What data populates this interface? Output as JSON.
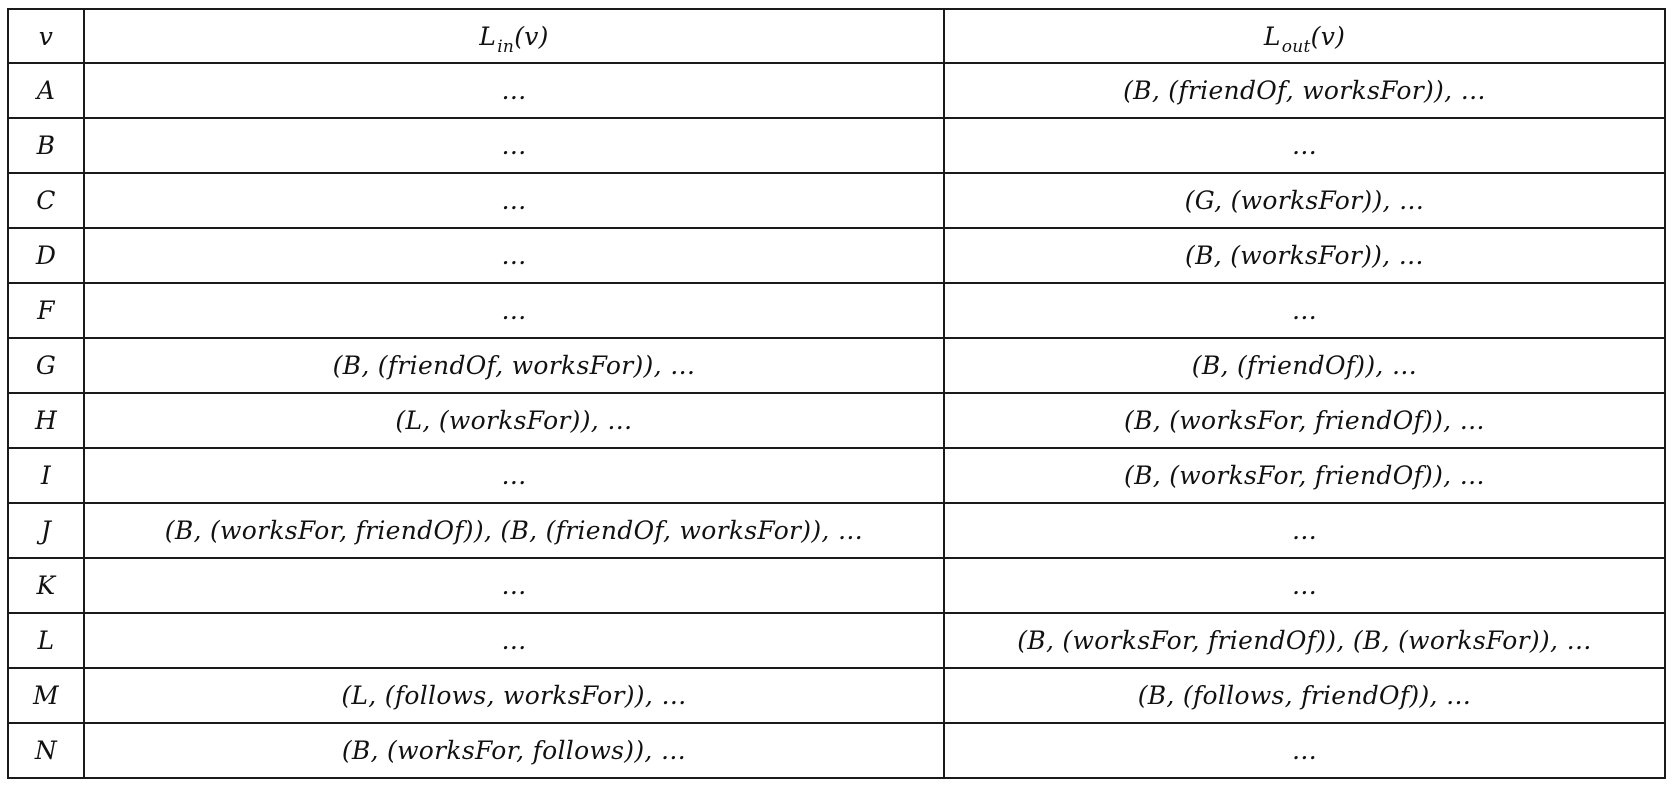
{
  "header": {
    "v": "v",
    "lin_base": "L",
    "lin_sub": "in",
    "lin_arg": "(v)",
    "lout_base": "L",
    "lout_sub": "out",
    "lout_arg": "(v)"
  },
  "rows": [
    {
      "v": "A",
      "lin": "…",
      "lout": "(B, (friendOf, worksFor)), …"
    },
    {
      "v": "B",
      "lin": "…",
      "lout": "…"
    },
    {
      "v": "C",
      "lin": "…",
      "lout": "(G, (worksFor)), …"
    },
    {
      "v": "D",
      "lin": "…",
      "lout": "(B, (worksFor)), …"
    },
    {
      "v": "F",
      "lin": "…",
      "lout": "…"
    },
    {
      "v": "G",
      "lin": "(B, (friendOf, worksFor)), …",
      "lout": "(B, (friendOf)), …"
    },
    {
      "v": "H",
      "lin": "(L, (worksFor)), …",
      "lout": "(B, (worksFor, friendOf)), …"
    },
    {
      "v": "I",
      "lin": "…",
      "lout": "(B, (worksFor, friendOf)), …"
    },
    {
      "v": "J",
      "lin": "(B, (worksFor, friendOf)), (B, (friendOf, worksFor)), …",
      "lout": "…"
    },
    {
      "v": "K",
      "lin": "…",
      "lout": "…"
    },
    {
      "v": "L",
      "lin": "…",
      "lout": "(B, (worksFor, friendOf)), (B, (worksFor)), …"
    },
    {
      "v": "M",
      "lin": "(L, (follows, worksFor)), …",
      "lout": "(B, (follows, friendOf)), …"
    },
    {
      "v": "N",
      "lin": "(B, (worksFor, follows)), …",
      "lout": "…"
    }
  ]
}
